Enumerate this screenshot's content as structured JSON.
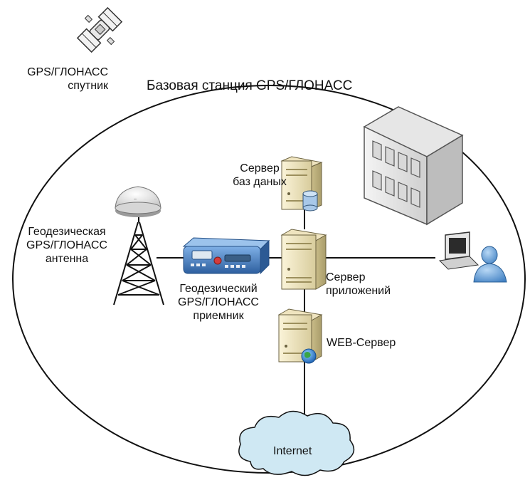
{
  "labels": {
    "satellite": [
      "GPS/ГЛОНАСС",
      "спутник"
    ],
    "base_station_title": "Базовая станция GPS/ГЛОНАСС",
    "db_server": [
      "Сервер",
      "баз даных"
    ],
    "antenna": [
      "Геодезическая",
      "GPS/ГЛОНАСС",
      "антенна"
    ],
    "receiver": [
      "Геодезический",
      "GPS/ГЛОНАСС",
      "приемник"
    ],
    "app_server": [
      "Сервер",
      "приложений"
    ],
    "web_server": "WEB-Сервер",
    "internet": "Internet"
  },
  "icons": {
    "satellite": "satellite-icon",
    "tower": "antenna-tower-icon",
    "antenna": "gnss-antenna-icon",
    "receiver": "gnss-receiver-icon",
    "db_server": "database-server-icon",
    "app_server": "application-server-icon",
    "web_server": "web-server-icon",
    "building": "office-building-icon",
    "user": "user-workstation-icon",
    "cloud": "cloud-icon"
  },
  "colors": {
    "line": "#111111",
    "server_body": "#f2e9c6",
    "receiver_body": "#3f78b8",
    "cloud": "#cfe8f3",
    "user": "#6fa5d9"
  }
}
